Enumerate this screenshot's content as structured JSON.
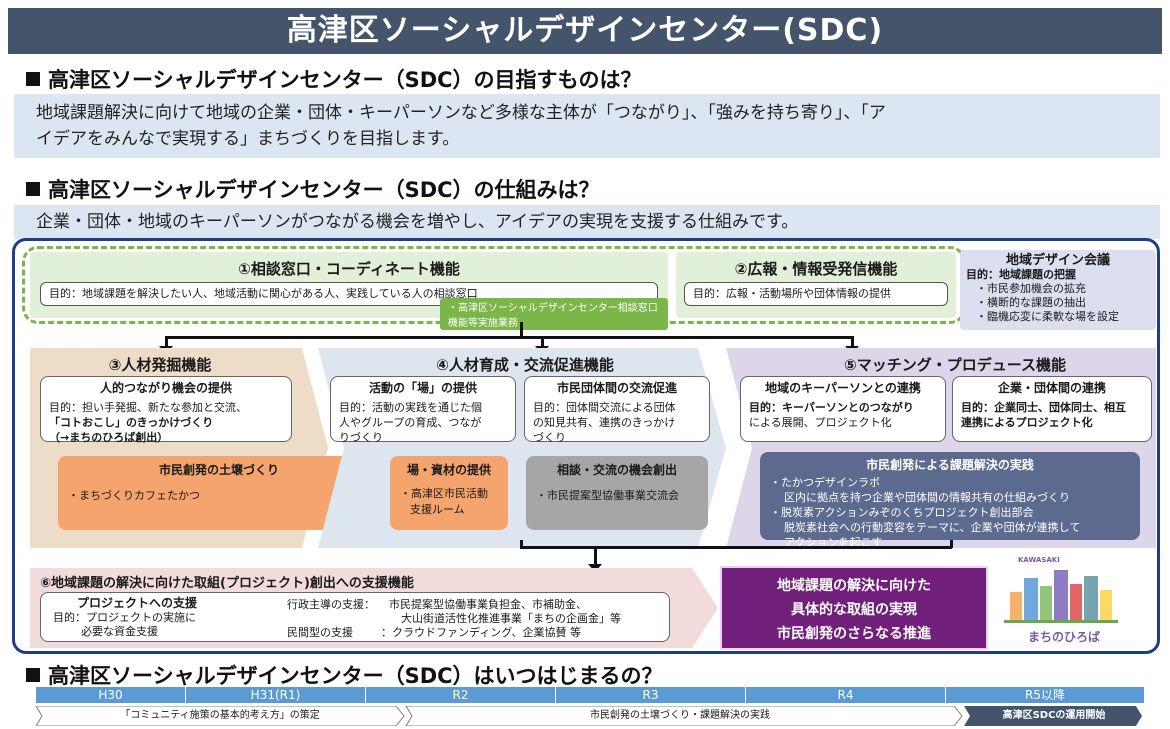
{
  "title": "高津区ソーシャルデザインセンター(SDC)",
  "section1": {
    "heading": "高津区ソーシャルデザインセンター（SDC）の目指すものは？",
    "body_line1": "地域課題解決に向けて地域の企業・団体・キーパーソンなど多様な主体が「つながり」、「強みを持ち寄り」、「ア",
    "body_line2": "イデアをみんなで実現する」まちづくりを目指します。"
  },
  "section2": {
    "heading": "高津区ソーシャルデザインセンター（SDC）の仕組みは？",
    "body": "企業・団体・地域のキーパーソンがつながる機会を増やし、アイデアの実現を支援する仕組みです。"
  },
  "f1": {
    "title": "①相談窓口・コーディネート機能",
    "purpose": "目的：地域課題を解決したい人、地域活動に関心がある人、実践している人の相談窓口",
    "tag": "・高津区ソーシャルデザインセンター相談窓口機能等実施業務"
  },
  "f2": {
    "title": "②広報・情報受発信機能",
    "purpose": "目的：広報・活動場所や団体情報の提供"
  },
  "council": {
    "title": "地域デザイン会議",
    "purpose": "目的：地域課題の把握",
    "items": [
      "・市民参加機会の拡充",
      "・横断的な課題の抽出",
      "・臨機応変に柔軟な場を設定"
    ]
  },
  "f3": {
    "title": "③人材発掘機能",
    "sub_title": "人的つながり機会の提供",
    "sub_line1": "目的：担い手発掘、新たな参加と交流、",
    "sub_line2": "「コトおこし」のきっかけづくり",
    "sub_line3": "（→まちのひろば創出）",
    "orange_title": "市民創発の土壌づくり",
    "orange_item": "・まちづくりカフェたかつ"
  },
  "f4": {
    "title": "④人材育成・交流促進機能",
    "sub1_title": "活動の「場」の提供",
    "sub1_line1": "目的：活動の実践を通じた個",
    "sub1_line2": "人やグループの育成、つなが",
    "sub1_line3": "りづくり",
    "sub2_title": "市民団体間の交流促進",
    "sub2_line1": "目的：団体間交流による団体",
    "sub2_line2": "の知見共有、連携のきっかけ",
    "sub2_line3": "づくり",
    "orange_title": "場・資材の提供",
    "orange_line1": "・高津区市民活動",
    "orange_line2": "支援ルーム",
    "grey_title": "相談・交流の機会創出",
    "grey_item": "・市民提案型協働事業交流会"
  },
  "f5": {
    "title": "⑤マッチング・プロデュース機能",
    "sub1_title": "地域のキーパーソンとの連携",
    "sub1_line1": "目的：キーパーソンとのつながり",
    "sub1_line2": "による展開、プロジェクト化",
    "sub2_title": "企業・団体間の連携",
    "sub2_line1": "目的：企業同士、団体同士、相互",
    "sub2_line2": "連携によるプロジェクト化",
    "navy_title": "市民創発による課題解決の実践",
    "navy_line1": "・たかつデザインラボ",
    "navy_line2": "区内に拠点を持つ企業や団体間の情報共有の仕組みづくり",
    "navy_line3": "・脱炭素アクションみぞのくちプロジェクト創出部会",
    "navy_line4": "脱炭素社会への行動変容をテーマに、企業や団体が連携して",
    "navy_line5": "アクションを起こす"
  },
  "f6": {
    "title": "⑥地域課題の解決に向けた取組(プロジェクト)創出への支援機能",
    "project_title": "プロジェクトへの支援",
    "project_line1": "目的：プロジェクトの実施に",
    "project_line2": "必要な資金支援",
    "admin_label": "行政主導の支援：",
    "admin_line1": "市民提案型協働事業負担金、市補助金、",
    "admin_line2": "大山街道活性化推進事業「まちの企画金」等",
    "private_label": "民間型の支援",
    "private_line": "：クラウドファンディング、企業協賛 等"
  },
  "goal": {
    "line1": "地域課題の解決に向けた",
    "line2": "具体的な取組の実現",
    "line3": "市民創発のさらなる推進"
  },
  "logo": {
    "top": "KAWASAKI",
    "bottom": "まちのひろば"
  },
  "section3": {
    "heading": "高津区ソーシャルデザインセンター（SDC）はいつはじまるの？"
  },
  "timeline": {
    "years": [
      "H30",
      "H31(R1)",
      "R2",
      "R3",
      "R4",
      "R5以降"
    ],
    "bar1": "「コミュニティ施策の基本的考え方」の策定",
    "bar2": "市民創発の土壌づくり・課題解決の実践",
    "bar3": "高津区SDCの運用開始"
  },
  "colors": {
    "title_bg": "#44546a",
    "frame": "#1f3c88",
    "dash_green": "#7ab648",
    "goal_purple": "#70207a",
    "timeline_blue": "#5b9bd5"
  }
}
